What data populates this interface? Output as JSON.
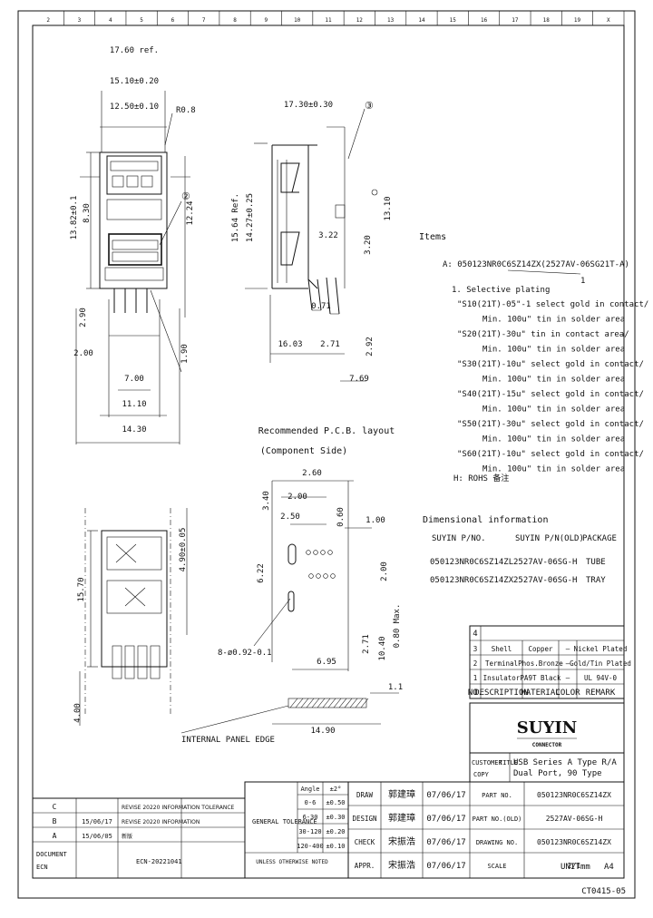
{
  "border": {
    "top_ruler": [
      "2",
      "3",
      "4",
      "5",
      "6",
      "7",
      "8",
      "9",
      "10",
      "11",
      "12",
      "13",
      "14",
      "15",
      "16",
      "17",
      "18",
      "19",
      "X"
    ],
    "footer_code": "CT0415-05"
  },
  "front_view": {
    "dims": [
      "17.60 ref.",
      "15.10±0.20",
      "12.50±0.10",
      "R0.8",
      "13.82±0.1",
      "8.30",
      "12.24",
      "2.90",
      "2.00",
      "7.00",
      "11.10",
      "14.30",
      "1.90"
    ],
    "callout": "②"
  },
  "side_view": {
    "dims": [
      "17.30±0.30",
      "15.64 Ref.",
      "14.27±0.25",
      "3.22",
      "3.20",
      "13.10",
      "0.71",
      "16.03",
      "2.71",
      "2.92",
      "7.69"
    ],
    "callout": "③"
  },
  "part_numbering": {
    "header": "Items",
    "code": "A: 050123NR0C6SZ14ZX(2527AV-06SG21T-A)",
    "ref": "1",
    "title": "1. Selective plating",
    "lines": [
      "\"S10(21T)-05\"-1 select gold in contact/",
      "Min. 100u\" tin in solder area",
      "\"S20(21T)-30u\" tin in contact area/",
      "Min. 100u\" tin in solder area",
      "\"S30(21T)-10u\" select gold in contact/",
      "Min. 100u\" tin in solder area",
      "\"S40(21T)-15u\" select gold in contact/",
      "Min. 100u\" tin in solder area",
      "\"S50(21T)-30u\" select gold in contact/",
      "Min. 100u\" tin in solder area",
      "\"S60(21T)-10u\" select gold in contact/",
      "Min. 100u\" tin in solder area"
    ],
    "footnote": "H: ROHS 备注"
  },
  "ordering": {
    "header": "Dimensional information",
    "columns": [
      "SUYIN P/NO.",
      "SUYIN P/N(OLD)",
      "PACKAGE"
    ],
    "rows": [
      [
        "050123NR0C6SZ14ZL",
        "2527AV-06SG-H",
        "TUBE"
      ],
      [
        "050123NR0C6SZ14ZX",
        "2527AV-06SG-H",
        "TRAY"
      ]
    ]
  },
  "pcb": {
    "title": "Recommended P.C.B. layout",
    "subtitle": "(Component Side)",
    "dims": [
      "2.60",
      "2.00",
      "2.50",
      "1.00",
      "3.40",
      "0.60",
      "6.22",
      "2.00",
      "10.40",
      "0.80 Max.",
      "2.71",
      "8-ø0.92-0.1",
      "6.95"
    ]
  },
  "panel": {
    "dims": [
      "14.90",
      "1.1"
    ],
    "label": "INTERNAL PANEL EDGE"
  },
  "bottom_view": {
    "dims": [
      "15.70",
      "4.90±0.05",
      "4.00"
    ]
  },
  "bom": {
    "header_num": "4",
    "rows": [
      [
        "3",
        "Shell",
        "Copper",
        "—",
        "Nickel Plated"
      ],
      [
        "2",
        "Terminal",
        "Phos.Bronze",
        "—",
        "Gold/Tin Plated"
      ],
      [
        "1",
        "Insulator",
        "PA9T Black",
        "—",
        "UL 94V-0"
      ]
    ],
    "columns": [
      "NO.",
      "DESCRIPTION",
      "MATERIAL",
      "COLOR",
      "REMARK"
    ]
  },
  "title_block": {
    "company": "SUYIN",
    "company_sub": "CONNECTOR",
    "customer_label": "CUSTOMER",
    "title_label": "TITLE",
    "copy_label": "COPY",
    "title_lines": [
      "USB Series A Type R/A",
      "Dual Port, 90 Type"
    ],
    "rows": [
      {
        "role": "DRAW",
        "name": "郭建璋",
        "date": "07/06/17",
        "field": "PART NO.",
        "value": "050123NR0C6SZ14ZX"
      },
      {
        "role": "DESIGN",
        "name": "郭建璋",
        "date": "07/06/17",
        "field": "PART NO.(OLD)",
        "value": "2527AV-06SG-H"
      },
      {
        "role": "CHECK",
        "name": "宋振浩",
        "date": "07/06/17",
        "field": "DRAWING NO.",
        "value": "050123NR0C6SZ14ZX"
      },
      {
        "role": "APPR.",
        "name": "宋振浩",
        "date": "07/06/17",
        "field": "SCALE",
        "value": "2/1"
      }
    ],
    "unit_label": "UNIT",
    "unit": "mm",
    "sheet": "A4"
  },
  "tolerance": {
    "header": [
      "Angle",
      "±2°"
    ],
    "rows": [
      [
        "0-6",
        "±0.50"
      ],
      [
        "6-30",
        "±0.30"
      ],
      [
        "30-120",
        "±0.20"
      ],
      [
        "120-400",
        "±0.10"
      ]
    ],
    "general": "GENERAL TOLERANCE",
    "std": "UNLESS OTHERWISE NOTED"
  },
  "revisions": {
    "rows": [
      {
        "rev": "C",
        "date": "",
        "desc": "REVISE 20220 INFORMATION TOLERANCE",
        "by": ""
      },
      {
        "rev": "B",
        "date": "15/06/17",
        "desc": "REVISE 20220 INFORMATION",
        "by": ""
      },
      {
        "rev": "A",
        "date": "15/06/05",
        "desc": "新版",
        "by": ""
      }
    ],
    "ecn_label": "ECN",
    "ecn_value": "ECN-20221041",
    "doc": "DOCUMENT"
  }
}
